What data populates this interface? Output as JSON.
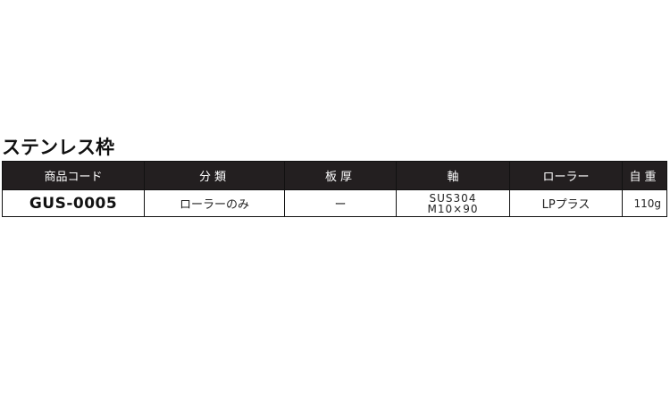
{
  "title": "ステンレス枠",
  "table": {
    "headers": [
      "商品コード",
      "分類",
      "板厚",
      "軸",
      "ローラー",
      "自重"
    ],
    "rows": [
      {
        "code": "GUS-0005",
        "category": "ローラーのみ",
        "thickness": "ー",
        "axis_line1": "SUS304",
        "axis_line2": "M10×90",
        "roller": "LPプラス",
        "weight": "110g"
      }
    ]
  },
  "colors": {
    "header_bg": "#231f20",
    "header_text": "#ffffff",
    "border": "#111111"
  }
}
